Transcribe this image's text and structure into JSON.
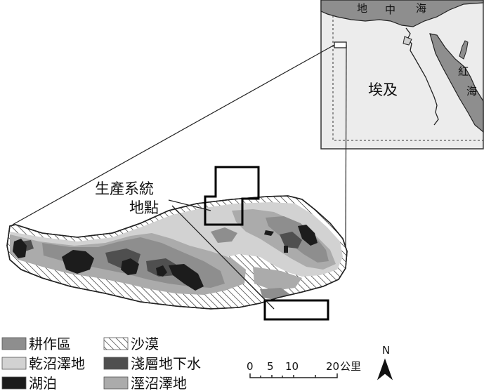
{
  "inset": {
    "sea_north": [
      "地",
      "中",
      "海"
    ],
    "sea_east": [
      "紅",
      "海"
    ],
    "country": "埃及"
  },
  "site_label": [
    "生產系統",
    "地點"
  ],
  "legend": [
    {
      "key": "cultivated",
      "label": "耕作區",
      "color": "#8e8e8e"
    },
    {
      "key": "dry_marsh",
      "label": "乾沼澤地",
      "color": "#d2d2d2"
    },
    {
      "key": "lake",
      "label": "湖泊",
      "color": "#1c1c1c"
    },
    {
      "key": "desert",
      "label": "沙漠",
      "pattern": "diagonal-hatch"
    },
    {
      "key": "shallow_groundwater",
      "label": "淺層地下水",
      "color": "#4f4f4f"
    },
    {
      "key": "wet_marsh",
      "label": "溼沼澤地",
      "color": "#ababab"
    }
  ],
  "scale": {
    "ticks": [
      "0",
      "5",
      "10",
      "20"
    ],
    "unit": "公里"
  },
  "north": "N"
}
